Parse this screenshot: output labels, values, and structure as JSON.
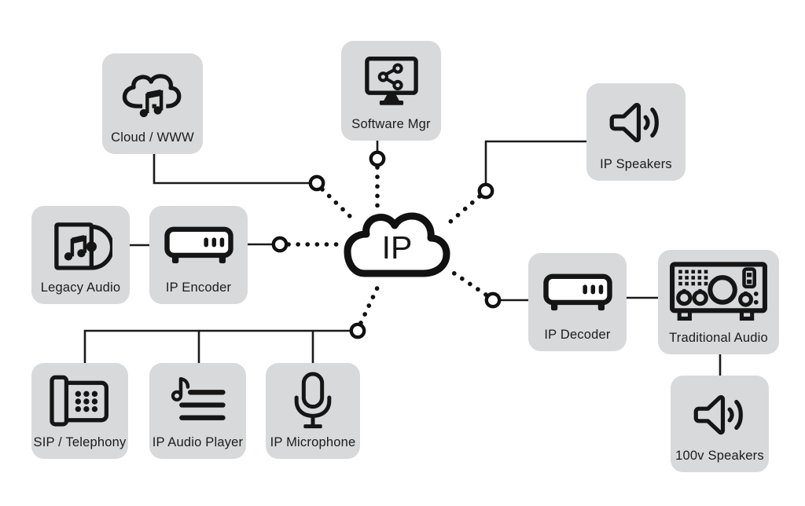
{
  "diagram": {
    "center": {
      "label": "IP",
      "icon": "cloud-outline-icon"
    },
    "nodes": [
      {
        "id": "cloud-www",
        "label": "Cloud / WWW",
        "icon": "cloud-music-icon"
      },
      {
        "id": "software-mgr",
        "label": "Software Mgr",
        "icon": "monitor-share-icon"
      },
      {
        "id": "ip-speakers",
        "label": "IP Speakers",
        "icon": "speaker-icon"
      },
      {
        "id": "legacy-audio",
        "label": "Legacy Audio",
        "icon": "disc-music-icon"
      },
      {
        "id": "ip-encoder",
        "label": "IP Encoder",
        "icon": "av-device-icon"
      },
      {
        "id": "ip-decoder",
        "label": "IP Decoder",
        "icon": "av-device-icon"
      },
      {
        "id": "traditional-audio",
        "label": "Traditional Audio",
        "icon": "amplifier-icon"
      },
      {
        "id": "100v-speakers",
        "label": "100v Speakers",
        "icon": "speaker-icon"
      },
      {
        "id": "sip-telephony",
        "label": "SIP / Telephony",
        "icon": "telephone-icon"
      },
      {
        "id": "ip-audio-player",
        "label": "IP Audio Player",
        "icon": "playlist-icon"
      },
      {
        "id": "ip-microphone",
        "label": "IP Microphone",
        "icon": "microphone-icon"
      }
    ],
    "edges": [
      {
        "from": "cloud-www",
        "to": "IP",
        "style": "solid-to-port-then-dotted"
      },
      {
        "from": "software-mgr",
        "to": "IP",
        "style": "solid-to-port-then-dotted"
      },
      {
        "from": "ip-speakers",
        "to": "IP",
        "style": "solid-to-port-then-dotted"
      },
      {
        "from": "legacy-audio",
        "to": "ip-encoder",
        "style": "solid"
      },
      {
        "from": "ip-encoder",
        "to": "IP",
        "style": "solid-to-port-then-dotted"
      },
      {
        "from": "IP",
        "to": "ip-decoder",
        "style": "dotted-then-port-solid"
      },
      {
        "from": "ip-decoder",
        "to": "traditional-audio",
        "style": "solid"
      },
      {
        "from": "traditional-audio",
        "to": "100v-speakers",
        "style": "solid"
      },
      {
        "from": "sip-telephony",
        "to": "IP",
        "style": "bus-solid-then-port-dotted"
      },
      {
        "from": "ip-audio-player",
        "to": "IP",
        "style": "bus-solid-then-port-dotted"
      },
      {
        "from": "ip-microphone",
        "to": "IP",
        "style": "bus-solid-then-port-dotted"
      }
    ],
    "colors": {
      "background": "#ffffff",
      "node_fill": "#d8d9da",
      "line": "#1a1a1a",
      "icon_stroke": "#151515",
      "label_text": "#1b1b1b"
    }
  }
}
